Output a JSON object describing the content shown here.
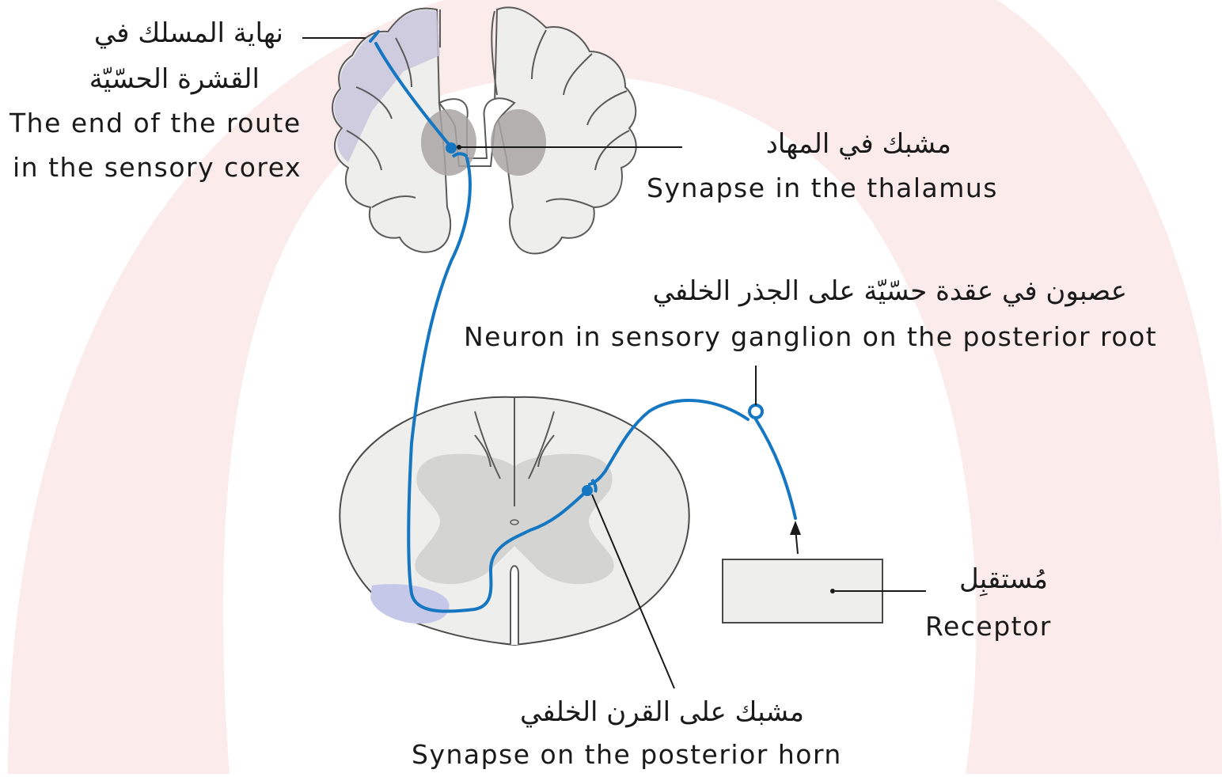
{
  "labels": {
    "cortex": {
      "ar_line1": "نهاية المسلك في",
      "ar_line2": "القشرة الحسّيّة",
      "en_line1": "The end of the route",
      "en_line2": "in the sensory corex"
    },
    "thalamus": {
      "ar": "مشبك في المهاد",
      "en": "Synapse in the thalamus"
    },
    "ganglion": {
      "ar": "عصبون في عقدة حسّيّة على الجذر الخلفي",
      "en": "Neuron in sensory ganglion on the posterior root"
    },
    "receptor": {
      "ar": "مُستقبِل",
      "en": "Receptor"
    },
    "posterior_horn": {
      "ar": "مشبك على القرن الخلفي",
      "en": "Synapse on the posterior horn"
    }
  },
  "colors": {
    "pathway": "#1577c2",
    "tissue_fill": "#eeeeed",
    "tissue_stroke": "#5a5a5a",
    "grey_matter": "#d4d4d2",
    "thalamus": "#a8a5a3",
    "sensory_cortex": "#c9c6dc",
    "lemniscus": "#c6c8ea",
    "watermark": "#fbeceb"
  }
}
